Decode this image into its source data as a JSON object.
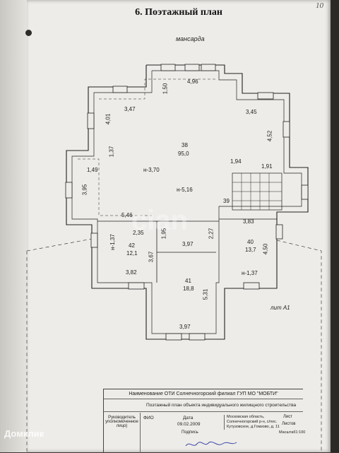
{
  "document": {
    "title": "6. Поэтажный план",
    "page_number": "10",
    "floor_label": "мансарда",
    "lit_label": "лит А1"
  },
  "rooms": [
    {
      "number": "38",
      "area": "95,0"
    },
    {
      "number": "40",
      "area": "13,7"
    },
    {
      "number": "41",
      "area": "18,8"
    },
    {
      "number": "42",
      "area": "12,1"
    }
  ],
  "dimensions": [
    "4,96",
    "1,50",
    "3,47",
    "4,01",
    "3,45",
    "4,52",
    "1,37",
    "1,49",
    "3,95",
    "1,94",
    "1,91",
    "5,46",
    "2,35",
    "1,95",
    "2,27",
    "3,97",
    "3,83",
    "4,50",
    "1,37",
    "3,82",
    "3,67",
    "5,31",
    "3,97",
    "39"
  ],
  "heights": [
    "н-3,70",
    "н-5,16",
    "н-1,37",
    "н-1,37"
  ],
  "stamp": {
    "header": "Наименование ОТИ Солнечногорский филиал ГУП МО \"МОБТИ\"",
    "plan_name": "Поэтажный план объекта индивидуального жилищного строительства",
    "col_head": "Руководитель уполномоченное лицо)",
    "col_fio": "ФИО",
    "col_date": "Дата",
    "date_value": "09.02.2009",
    "col_sign": "Подпись",
    "address": "Московская область, Солнечногорский р-н, с/пос. Кутузовское, д.Гомзово, д. 11",
    "sheet": "Лист",
    "sheets": "Листов",
    "scale": "Масштаб1:100"
  },
  "watermark": {
    "brand": "Домклик",
    "center": "cian"
  }
}
